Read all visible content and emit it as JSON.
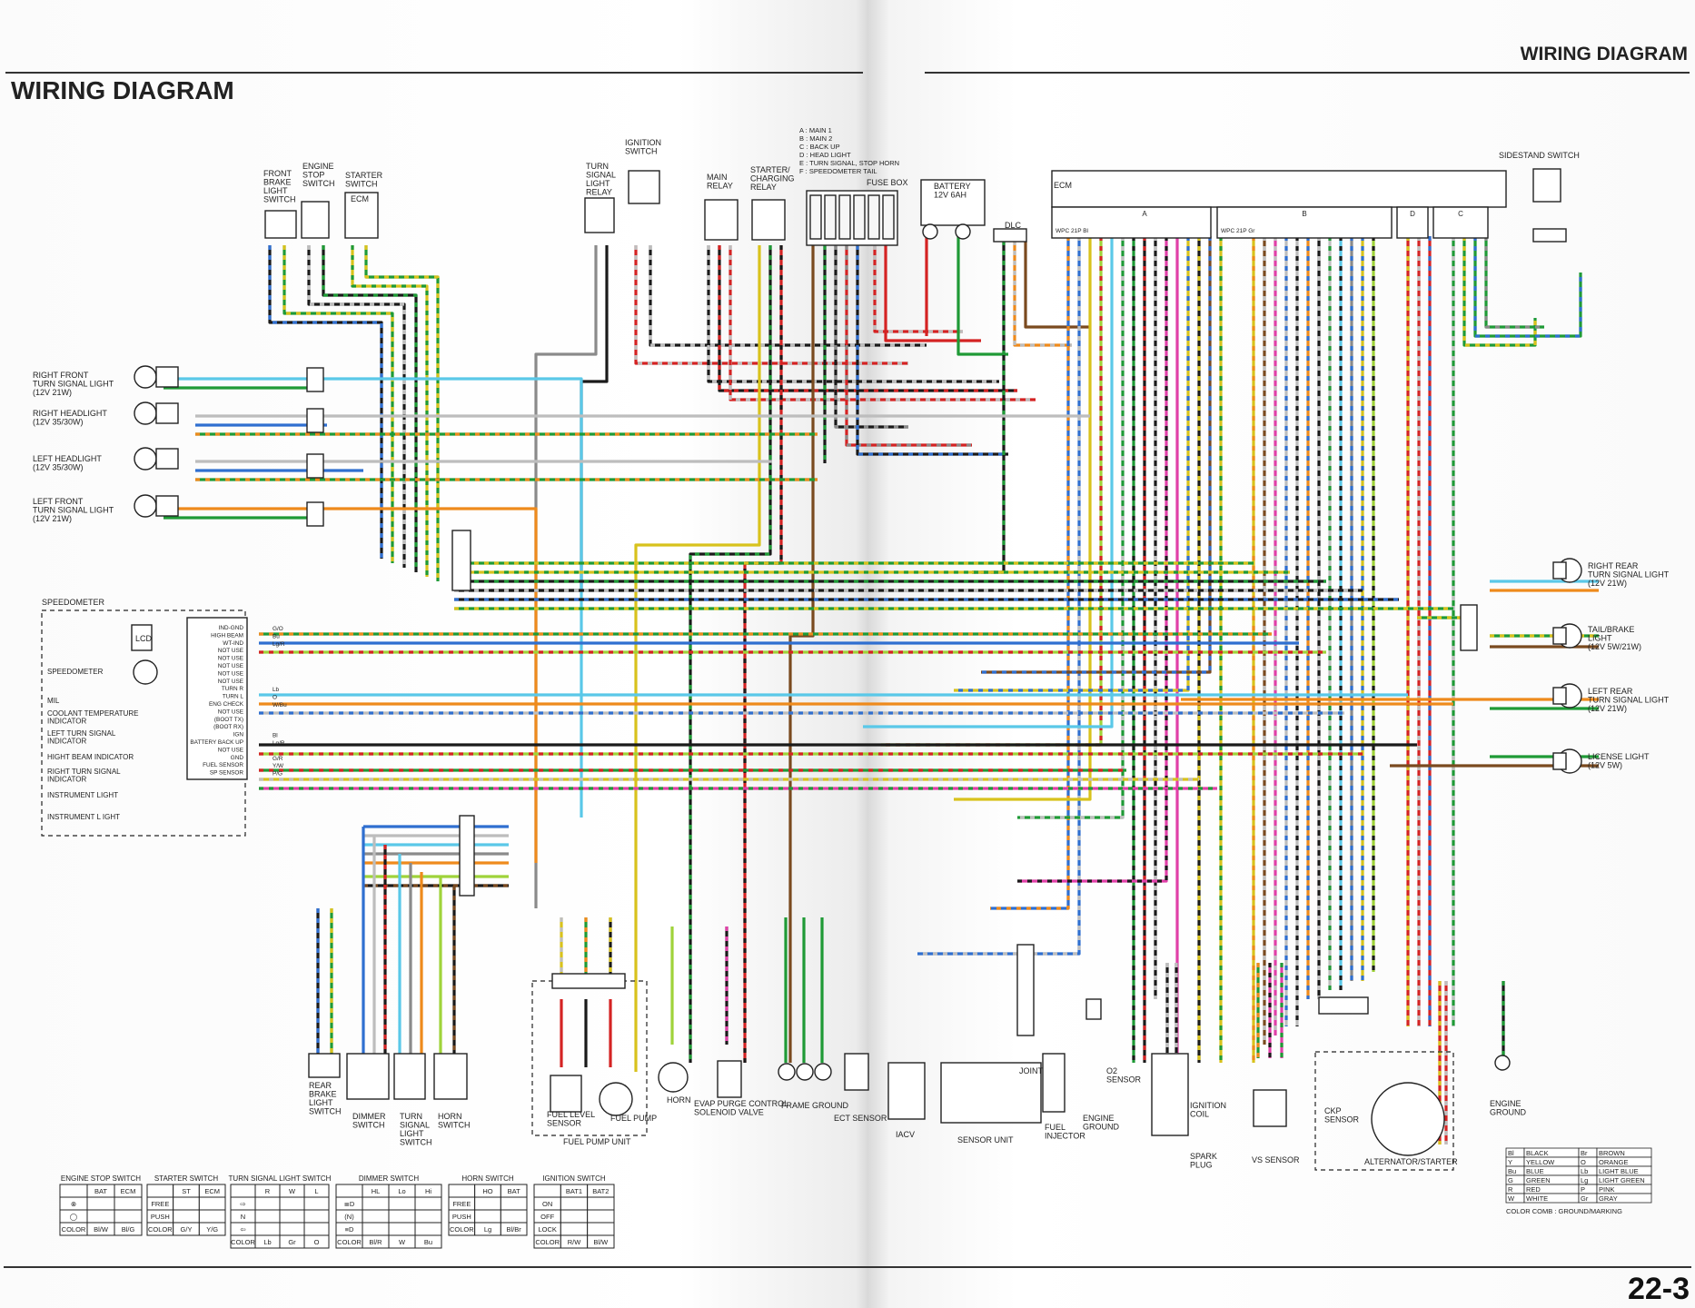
{
  "page": {
    "title_left": "WIRING DIAGRAM",
    "title_right": "WIRING DIAGRAM",
    "page_number": "22-3"
  },
  "colors": {
    "black": "#1a1a1a",
    "yellow": "#d8c21c",
    "blue": "#2f6fd0",
    "green": "#1f9a36",
    "red": "#d42323",
    "white": "#bdbdbd",
    "brown": "#7a4a1f",
    "orange": "#ee8a1c",
    "light_blue": "#5ac8e8",
    "light_green": "#9fd33a",
    "pink": "#e040a8",
    "gray": "#8a8a8a"
  },
  "components": {
    "front_brake_light_switch": "FRONT\nBRAKE\nLIGHT\nSWITCH",
    "engine_stop_switch": "ENGINE\nSTOP\nSWITCH",
    "starter_switch": "STARTER\nSWITCH",
    "ecm_short": "ECM",
    "turn_signal_relay": "TURN\nSIGNAL\nLIGHT\nRELAY",
    "ignition_switch": "IGNITION\nSWITCH",
    "main_relay": "MAIN\nRELAY",
    "starter_charging_relay": "STARTER/\nCHARGING\nRELAY",
    "fuse_box": "FUSE BOX",
    "fuse_legend": [
      "A : MAIN 1",
      "B : MAIN 2",
      "C : BACK UP",
      "D : HEAD LIGHT",
      "E : TURN SIGNAL, STOP HORN",
      "F : SPEEDOMETER TAIL"
    ],
    "battery": "BATTERY\n12V 6AH",
    "dlc": "DLC",
    "ecm": "ECM",
    "sidestand_switch": "SIDESTAND SWITCH",
    "right_front_turn": "RIGHT FRONT\nTURN SIGNAL LIGHT\n(12V 21W)",
    "right_headlight": "RIGHT HEADLIGHT\n(12V 35/30W)",
    "left_headlight": "LEFT HEADLIGHT\n(12V 35/30W)",
    "left_front_turn": "LEFT FRONT\nTURN SIGNAL LIGHT\n(12V 21W)",
    "speedometer_box": "SPEEDOMETER",
    "right_rear_turn": "RIGHT REAR\nTURN SIGNAL LIGHT\n(12V 21W)",
    "tail_brake": "TAIL/BRAKE\nLIGHT\n(12V 5W/21W)",
    "left_rear_turn": "LEFT REAR\nTURN SIGNAL LIGHT\n(12V 21W)",
    "license_light": "LICENSE LIGHT\n(12V 5W)",
    "rear_brake_switch": "REAR\nBRAKE\nLIGHT\nSWITCH",
    "dimmer_switch": "DIMMER\nSWITCH",
    "turn_signal_light_switch": "TURN\nSIGNAL\nLIGHT\nSWITCH",
    "horn_switch": "HORN\nSWITCH",
    "fuel_level_sensor": "FUEL LEVEL\nSENSOR",
    "fuel_pump": "FUEL PUMP",
    "fuel_pump_unit": "FUEL PUMP UNIT",
    "horn": "HORN",
    "evap": "EVAP PURGE CONTROL\nSOLENOID VALVE",
    "frame_ground": "FRAME GROUND",
    "ect_sensor": "ECT SENSOR",
    "iacv": "IACV",
    "sensor_unit": "SENSOR UNIT",
    "joint": "JOINT",
    "fuel_injector": "FUEL\nINJECTOR",
    "o2_sensor": "O2\nSENSOR",
    "engine_ground_mid": "ENGINE\nGROUND",
    "ignition_coil": "IGNITION\nCOIL",
    "spark_plug": "SPARK\nPLUG",
    "vs_sensor": "VS SENSOR",
    "ckp_sensor": "CKP\nSENSOR",
    "alternator": "ALTERNATOR/STARTER",
    "engine_ground_right": "ENGINE\nGROUND",
    "lcd": "LCD"
  },
  "speedometer": {
    "left_items": [
      "SPEEDOMETER",
      "MIL",
      "COOLANT TEMPERATURE\nINDICATOR",
      "LEFT TURN SIGNAL\nINDICATOR",
      "HIGHT BEAM INDICATOR",
      "RIGHT TURN SIGNAL\nINDICATOR",
      "INSTRUMENT LIGHT",
      "INSTRUMENT L IGHT"
    ],
    "pins": [
      "IND-GND",
      "HIGH BEAM",
      "WT-IND",
      "NOT USE",
      "NOT USE",
      "NOT USE",
      "NOT USE",
      "NOT USE",
      "TURN R",
      "TURN L",
      "ENG CHECK",
      "NOT USE",
      "(BOOT TX)",
      "(BOOT RX)",
      "IGN",
      "BATTERY BACK UP",
      "NOT USE",
      "GND",
      "FUEL SENSOR",
      "SP SENSOR"
    ],
    "wires": [
      "G/O",
      "Bu",
      "Lg/R",
      "",
      "",
      "",
      "",
      "",
      "Lb",
      "O",
      "W/Bu",
      "",
      "",
      "",
      "Bl",
      "Lg/R",
      "",
      "G/R",
      "Y/W",
      "P/G"
    ]
  },
  "ecm": {
    "block_a": "A",
    "block_b": "B",
    "block_d": "D",
    "block_c": "C",
    "conn_a": "WPC 21P Bl",
    "conn_b": "WPC 21P Gr"
  },
  "switch_tables": [
    {
      "title": "ENGINE STOP SWITCH",
      "header": [
        "",
        "BAT",
        "ECM"
      ],
      "rows": [
        [
          "⊗",
          "",
          ""
        ],
        [
          "◯",
          "",
          ""
        ]
      ],
      "color": [
        "COLOR",
        "Bl/W",
        "Bl/G"
      ]
    },
    {
      "title": "STARTER SWITCH",
      "header": [
        "",
        "ST",
        "ECM"
      ],
      "rows": [
        [
          "FREE",
          "",
          ""
        ],
        [
          "PUSH",
          "",
          ""
        ]
      ],
      "color": [
        "COLOR",
        "G/Y",
        "Y/G"
      ]
    },
    {
      "title": "TURN SIGNAL LIGHT SWITCH",
      "header": [
        "",
        "R",
        "W",
        "L"
      ],
      "rows": [
        [
          "⇨",
          "",
          "",
          ""
        ],
        [
          "N",
          "",
          "",
          ""
        ],
        [
          "⇦",
          "",
          "",
          ""
        ]
      ],
      "color": [
        "COLOR",
        "Lb",
        "Gr",
        "O"
      ]
    },
    {
      "title": "DIMMER SWITCH",
      "header": [
        "",
        "HL",
        "Lo",
        "Hi"
      ],
      "rows": [
        [
          "≣D",
          "",
          "",
          ""
        ],
        [
          "(N)",
          "",
          "",
          ""
        ],
        [
          "≡D",
          "",
          "",
          ""
        ]
      ],
      "color": [
        "COLOR",
        "Bl/R",
        "W",
        "Bu"
      ]
    },
    {
      "title": "HORN SWITCH",
      "header": [
        "",
        "HO",
        "BAT"
      ],
      "rows": [
        [
          "FREE",
          "",
          ""
        ],
        [
          "PUSH",
          "",
          ""
        ]
      ],
      "color": [
        "COLOR",
        "Lg",
        "Bl/Br"
      ]
    },
    {
      "title": "IGNITION SWITCH",
      "header": [
        "",
        "BAT1",
        "BAT2"
      ],
      "rows": [
        [
          "ON",
          "",
          ""
        ],
        [
          "OFF",
          "",
          ""
        ],
        [
          "LOCK",
          "",
          ""
        ]
      ],
      "color": [
        "COLOR",
        "R/W",
        "Bl/W"
      ]
    }
  ],
  "color_legend": {
    "rows": [
      [
        "Bl",
        "BLACK",
        "Br",
        "BROWN"
      ],
      [
        "Y",
        "YELLOW",
        "O",
        "ORANGE"
      ],
      [
        "Bu",
        "BLUE",
        "Lb",
        "LIGHT BLUE"
      ],
      [
        "G",
        "GREEN",
        "Lg",
        "LIGHT GREEN"
      ],
      [
        "R",
        "RED",
        "P",
        "PINK"
      ],
      [
        "W",
        "WHITE",
        "Gr",
        "GRAY"
      ]
    ],
    "note": "COLOR COMB : GROUND/MARKING"
  }
}
